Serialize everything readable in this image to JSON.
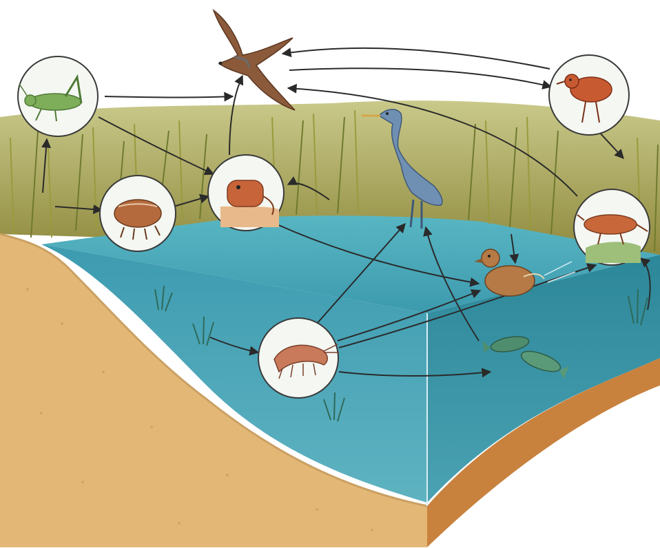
{
  "organisms": [
    {
      "name": "grasshopper",
      "icon": "grasshopper-icon"
    },
    {
      "name": "beetle",
      "icon": "beetle-icon"
    },
    {
      "name": "vole",
      "icon": "vole-icon"
    },
    {
      "name": "hawk",
      "icon": "hawk-icon"
    },
    {
      "name": "marsh-bird",
      "icon": "marsh-bird-icon"
    },
    {
      "name": "heron",
      "icon": "heron-icon"
    },
    {
      "name": "duck",
      "icon": "duck-icon"
    },
    {
      "name": "shrimp",
      "icon": "shrimp-icon"
    },
    {
      "name": "fish",
      "icon": "fish-icon"
    },
    {
      "name": "shrew",
      "icon": "shrew-icon"
    }
  ],
  "colors": {
    "water_top": "#3f9fb0",
    "water_side": "#2f8596",
    "soil": "#e3b876",
    "soil_dark": "#c8823e",
    "reeds": "#a4a25a",
    "arrow": "#2a2a2a"
  }
}
